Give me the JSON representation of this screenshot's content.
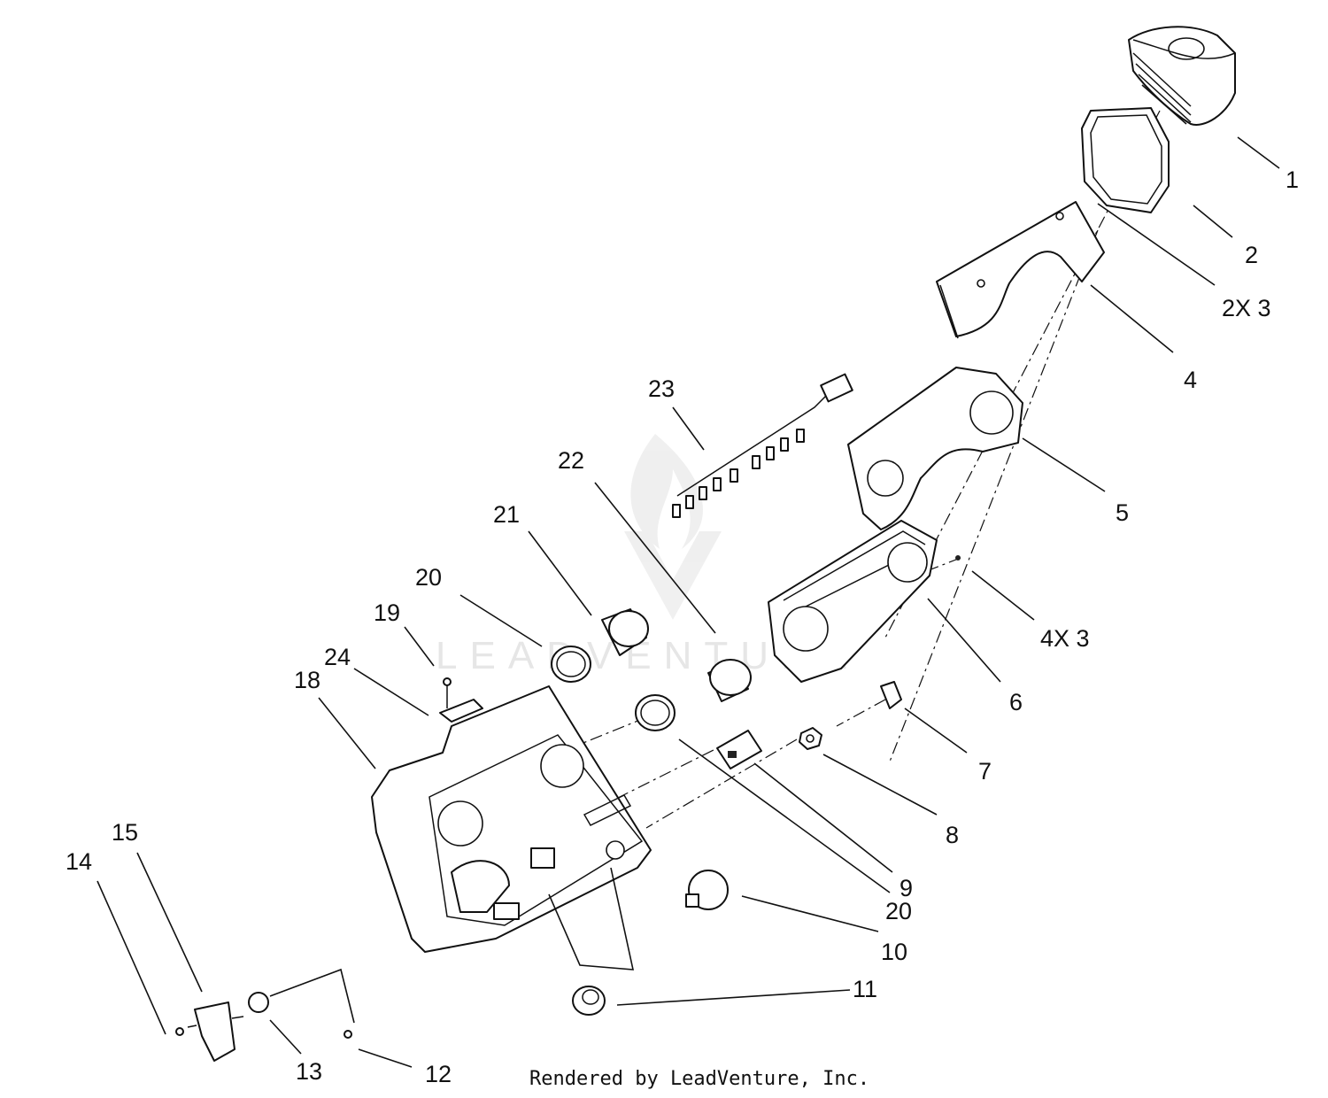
{
  "diagram": {
    "credit": "Rendered by LeadVenture, Inc.",
    "watermark": "LEADVENTURE",
    "callouts": {
      "c1": "1",
      "c2": "2",
      "c2x3": "2X 3",
      "c4": "4",
      "c5": "5",
      "c6": "6",
      "c4x3": "4X 3",
      "c7": "7",
      "c8": "8",
      "c9": "9",
      "c20b": "20",
      "c10": "10",
      "c11": "11",
      "c12": "12",
      "c13": "13",
      "c14": "14",
      "c15": "15",
      "c18": "18",
      "c24": "24",
      "c19": "19",
      "c20a": "20",
      "c21": "21",
      "c22": "22",
      "c23": "23"
    }
  }
}
